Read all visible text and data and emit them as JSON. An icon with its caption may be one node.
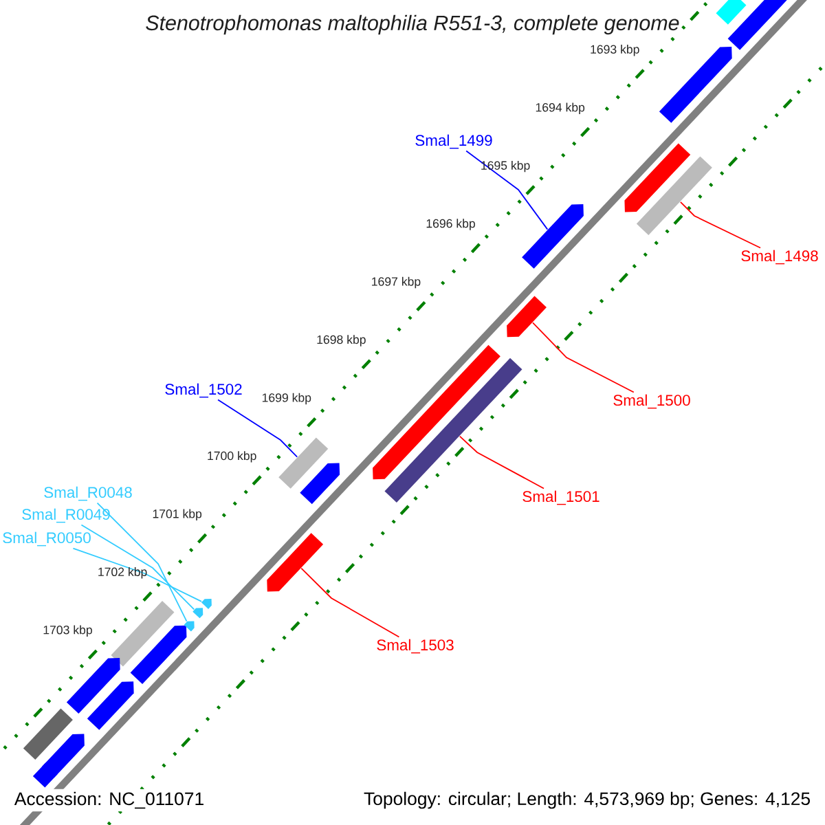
{
  "diagram": {
    "title": "Stenotrophomonas maltophilia R551-3, complete genome",
    "nodes": [
      {
        "text": [
          "Smal_1499"
        ]
      },
      {
        "text": [
          "Smal_1498"
        ]
      },
      {
        "text": [
          "Smal_1500"
        ]
      },
      {
        "text": [
          "Smal_1502"
        ]
      },
      {
        "text": [
          "Smal_1501"
        ]
      },
      {
        "text": [
          "Smal_R0048"
        ]
      },
      {
        "text": [
          "Smal_R0049"
        ]
      },
      {
        "text": [
          "Smal_R0050"
        ]
      },
      {
        "text": [
          "Smal_1503"
        ]
      },
      {
        "text": [],
        "shape": "bar"
      },
      {
        "text": [],
        "shape": "pentagon"
      },
      {
        "text": [],
        "shape": "pentagon"
      },
      {
        "text": [],
        "shape": "pentagon"
      },
      {
        "text": [],
        "shape": "bar"
      },
      {
        "text": [],
        "shape": "pentagon"
      },
      {
        "text": [],
        "shape": "pentagon"
      },
      {
        "text": [],
        "shape": "pentagon"
      },
      {
        "text": [],
        "shape": "bar"
      },
      {
        "text": [],
        "shape": "bar"
      },
      {
        "text": [],
        "shape": "pentagon"
      },
      {
        "text": [],
        "shape": "pentagon"
      },
      {
        "text": [],
        "shape": "bar"
      },
      {
        "text": [],
        "shape": "pentagon"
      },
      {
        "text": [],
        "shape": "pentagon"
      },
      {
        "text": [],
        "shape": "pentagon"
      },
      {
        "text": [],
        "shape": "pentagon"
      },
      {
        "text": [],
        "shape": "pentagon"
      },
      {
        "text": [],
        "shape": "pentagon"
      },
      {
        "text": [],
        "shape": "bar"
      },
      {
        "text": [],
        "shape": "pentagon"
      },
      {
        "text": [],
        "shape": "pentagon"
      }
    ],
    "edges": [
      {
        "from": 0,
        "to": 14,
        "arrow": "none",
        "color": "#0000ff"
      },
      {
        "from": 1,
        "to": 13,
        "arrow": "none"
      },
      {
        "from": 2,
        "to": 15,
        "arrow": "none"
      },
      {
        "from": 3,
        "to": 18,
        "arrow": "none",
        "color": "#0000ff"
      },
      {
        "from": 4,
        "to": 17,
        "arrow": "none"
      },
      {
        "from": 5,
        "to": 23,
        "arrow": "none",
        "color": "#33ccff"
      },
      {
        "from": 6,
        "to": 24,
        "arrow": "none",
        "color": "#33ccff"
      },
      {
        "from": 7,
        "to": 25,
        "arrow": "none",
        "color": "#33ccff"
      },
      {
        "from": 8,
        "to": 20,
        "arrow": "none"
      }
    ],
    "labels": [
      "1693 kbp",
      "1694 kbp",
      "1695 kbp",
      "1696 kbp",
      "1697 kbp",
      "1698 kbp",
      "1699 kbp",
      "1700 kbp",
      "1701 kbp",
      "1702 kbp",
      "1703 kbp",
      "Accession: NC_011071",
      "Topology: circular; Length: 4,573,969 bp; Genes: 4,125"
    ]
  }
}
